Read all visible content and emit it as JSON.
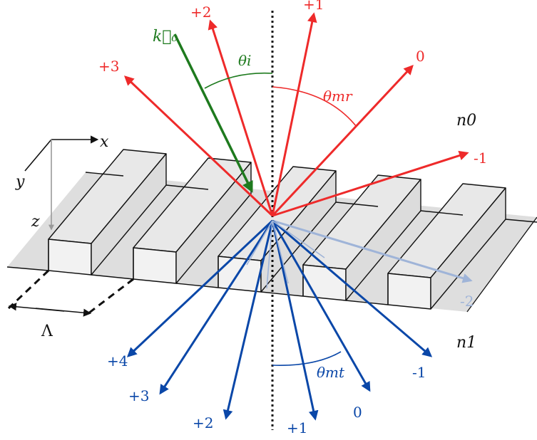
{
  "colors": {
    "reflected": "#ee2a2a",
    "transmitted": "#0a47a8",
    "transmitted_faded": "#9fb4d8",
    "incident": "#1e7a1e",
    "grating_fill": "#ebebeb",
    "substrate_fill": "#dedede",
    "outline": "#111111",
    "normal": "#111111"
  },
  "labels": {
    "incident_wavevector": "k⃗₀",
    "theta_i": "θi",
    "theta_r": "θmr",
    "theta_t": "θmt",
    "n0": "n0",
    "n1": "n1",
    "period": "Λ",
    "axis_x": "x",
    "axis_y": "y",
    "axis_z": "z"
  },
  "reflected_orders": [
    "+3",
    "+2",
    "+1",
    "0",
    "-1"
  ],
  "transmitted_orders": [
    "+4",
    "+3",
    "+2",
    "+1",
    "0",
    "-1",
    "-2"
  ],
  "icons": [
    "arrow-icon"
  ]
}
